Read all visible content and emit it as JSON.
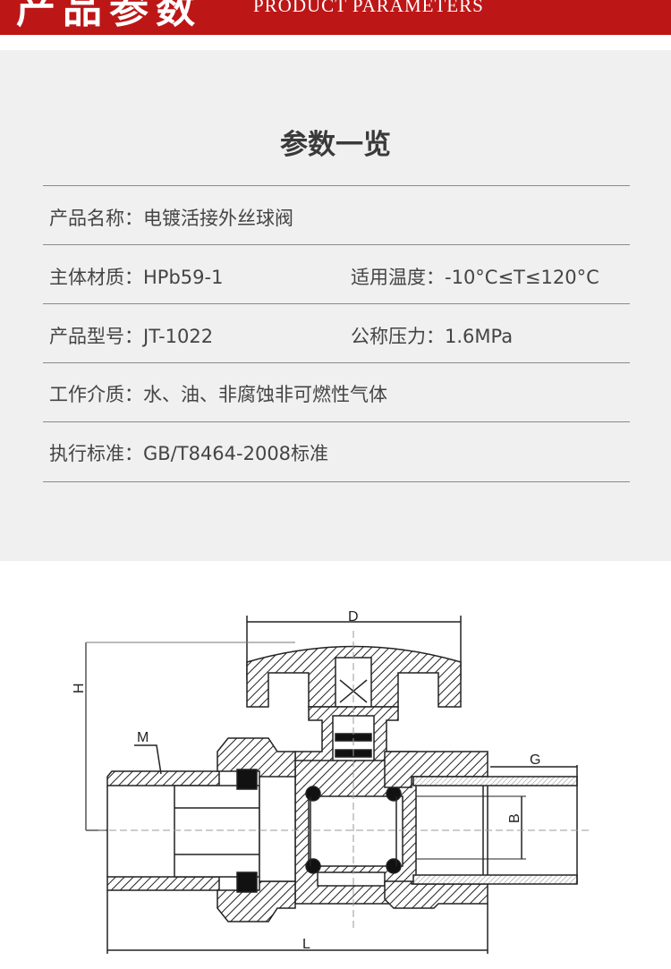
{
  "banner": {
    "title_cn": "产品参数",
    "title_en": "PRODUCT PARAMETERS"
  },
  "section_title": "参数一览",
  "rows": [
    [
      {
        "label": "产品名称：",
        "value": "电镀活接外丝球阀"
      }
    ],
    [
      {
        "label": "主体材质：",
        "value": "HPb59-1"
      },
      {
        "label": "适用温度：",
        "value": "-10°C≤T≤120°C"
      }
    ],
    [
      {
        "label": "产品型号：",
        "value": "JT-1022"
      },
      {
        "label": "公称压力：",
        "value": "1.6MPa"
      }
    ],
    [
      {
        "label": "工作介质：",
        "value": "水、油、非腐蚀非可燃性气体"
      }
    ],
    [
      {
        "label": "执行标准：",
        "value": "GB/T8464-2008标准"
      }
    ]
  ],
  "drawing": {
    "labels": {
      "D": "D",
      "H": "H",
      "M": "M",
      "G": "G",
      "B": "B",
      "L": "L"
    }
  },
  "colors": {
    "banner": "#bd1616",
    "panel": "#f0f0f0"
  }
}
